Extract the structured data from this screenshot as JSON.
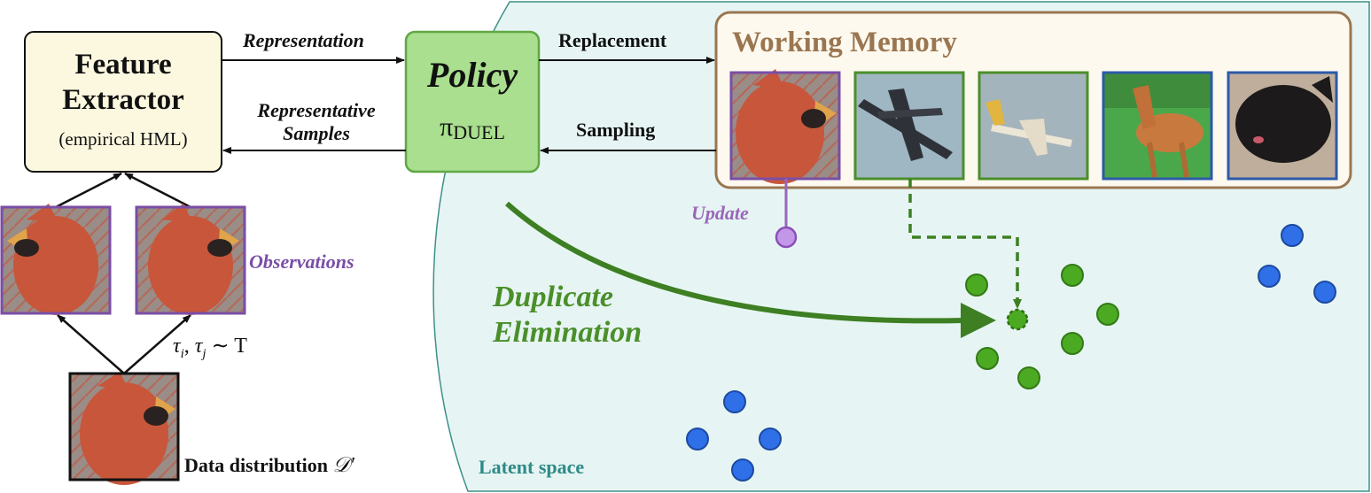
{
  "feature_extractor": {
    "title_line1": "Feature",
    "title_line2": "Extractor",
    "subtitle": "(empirical HML)"
  },
  "policy": {
    "title": "Policy",
    "symbol": "π",
    "subscript": "DUEL"
  },
  "working_memory": {
    "title": "Working Memory"
  },
  "edges": {
    "representation": "Representation",
    "representative_line1": "Representative",
    "representative_line2": "Samples",
    "replacement": "Replacement",
    "sampling": "Sampling",
    "update": "Update"
  },
  "observations": "Observations",
  "sampling_formula": {
    "t1": "τ",
    "s1": "i",
    "sep": ", ",
    "t2": "τ",
    "s2": "j",
    "rest": " ∼ T"
  },
  "data_distribution": {
    "text": "Data distribution ",
    "symbol": "𝒟′"
  },
  "duplicate_elimination": {
    "line1": "Duplicate",
    "line2": "Elimination"
  },
  "latent_space": "Latent space",
  "colors": {
    "latent_bg": "#e6f5f3",
    "latent_border": "#3f8f8a",
    "policy_fill": "#a9df8e",
    "policy_border": "#5fa845",
    "feature_fill": "#fcf8e0",
    "memory_fill": "#fdf9ef",
    "memory_border": "#9a7650",
    "purple": "#7a4ea6",
    "update_purple": "#9966bb",
    "green": "#4b8f2a",
    "blue": "#2c5aa8",
    "dot_green": "#4caa22",
    "dot_blue": "#2f6fe8"
  }
}
